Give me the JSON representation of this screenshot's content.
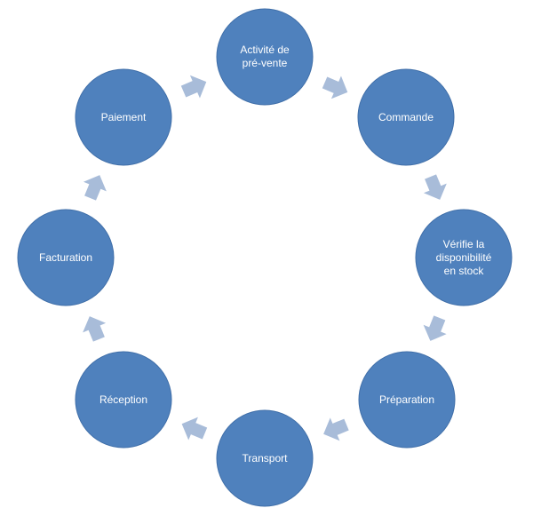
{
  "diagram": {
    "type": "cycle",
    "colors": {
      "node_fill": "#4f81bd",
      "arrow_fill": "#a8bcd9",
      "label_text": "#ffffff",
      "background": "#ffffff"
    },
    "nodes": [
      {
        "id": "pre-sale",
        "label": "Activité de\npré-vente"
      },
      {
        "id": "order",
        "label": "Commande"
      },
      {
        "id": "stock-check",
        "label": "Vérifie la\ndisponibilité\nen stock"
      },
      {
        "id": "preparation",
        "label": "Préparation"
      },
      {
        "id": "transport",
        "label": "Transport"
      },
      {
        "id": "reception",
        "label": "Réception"
      },
      {
        "id": "invoicing",
        "label": "Facturation"
      },
      {
        "id": "payment",
        "label": "Paiement"
      }
    ],
    "flow_direction": "clockwise"
  }
}
